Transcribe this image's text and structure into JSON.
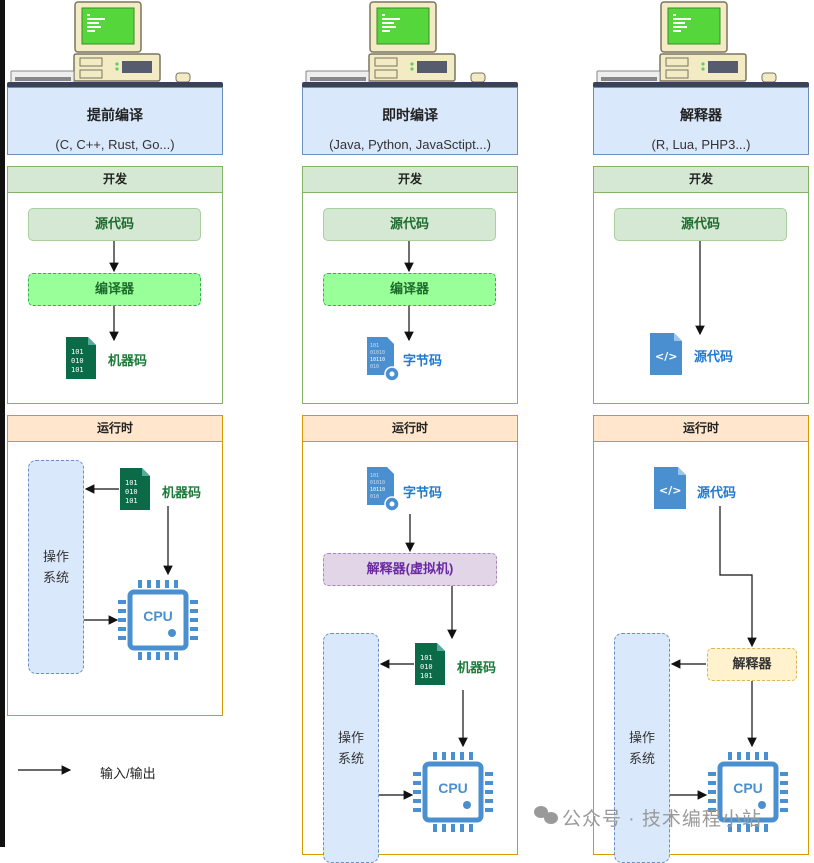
{
  "columns": [
    {
      "title": "提前编译",
      "subtitle": "(C, C++, Rust, Go...)",
      "dev_header": "开发",
      "source": "源代码",
      "compiler": "编译器",
      "output": "机器码",
      "run_header": "运行时",
      "run_input": "机器码",
      "os": "操作\n系统",
      "cpu": "CPU"
    },
    {
      "title": "即时编译",
      "subtitle": "(Java, Python, JavaSctipt...)",
      "dev_header": "开发",
      "source": "源代码",
      "compiler": "编译器",
      "output": "字节码",
      "run_header": "运行时",
      "run_input": "字节码",
      "vm": "解释器(虚拟机)",
      "run_output": "机器码",
      "os": "操作\n系统",
      "cpu": "CPU"
    },
    {
      "title": "解释器",
      "subtitle": "(R, Lua, PHP3...)",
      "dev_header": "开发",
      "source": "源代码",
      "output": "源代码",
      "run_header": "运行时",
      "run_input": "源代码",
      "interpreter": "解释器",
      "os": "操作\n系统",
      "cpu": "CPU"
    }
  ],
  "legend": {
    "label": "输入/输出"
  },
  "watermark": "公众号 · 技术编程小站",
  "colors": {
    "header_bg": "#dae8fc",
    "dev_bg": "#d5e8d4",
    "run_bg": "#ffe6cc",
    "compiler": "#99ff99",
    "vm": "#e1d5e7",
    "interpreter": "#fff2cc",
    "cpu": "#4a90d0",
    "machine_code": "#0b6b48"
  }
}
